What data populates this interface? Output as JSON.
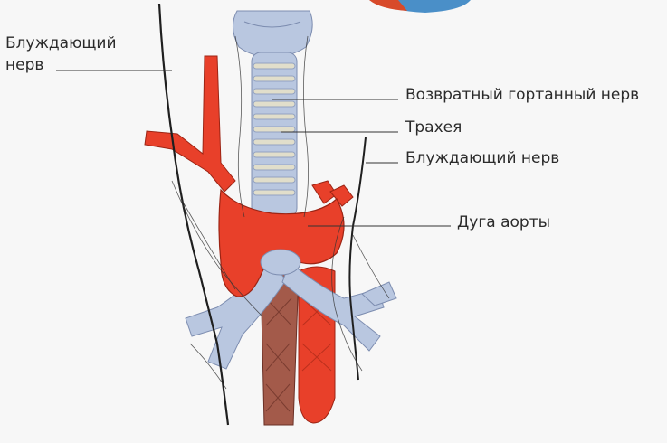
{
  "labels": {
    "vagus_left_line1": "Блуждающий",
    "vagus_left_line2": "нерв",
    "recurrent_laryngeal": "Возвратный гортанный нерв",
    "trachea": "Трахея",
    "vagus_right": "Блуждающий нерв",
    "aortic_arch": "Дуга аорты"
  },
  "colors": {
    "artery": "#e8402a",
    "artery_dark": "#b52a1a",
    "trachea": "#b9c7e0",
    "trachea_ring": "#e9e3c8",
    "esophagus": "#a35a4a",
    "nerve": "#1f1f1f",
    "background": "#f7f7f7"
  }
}
